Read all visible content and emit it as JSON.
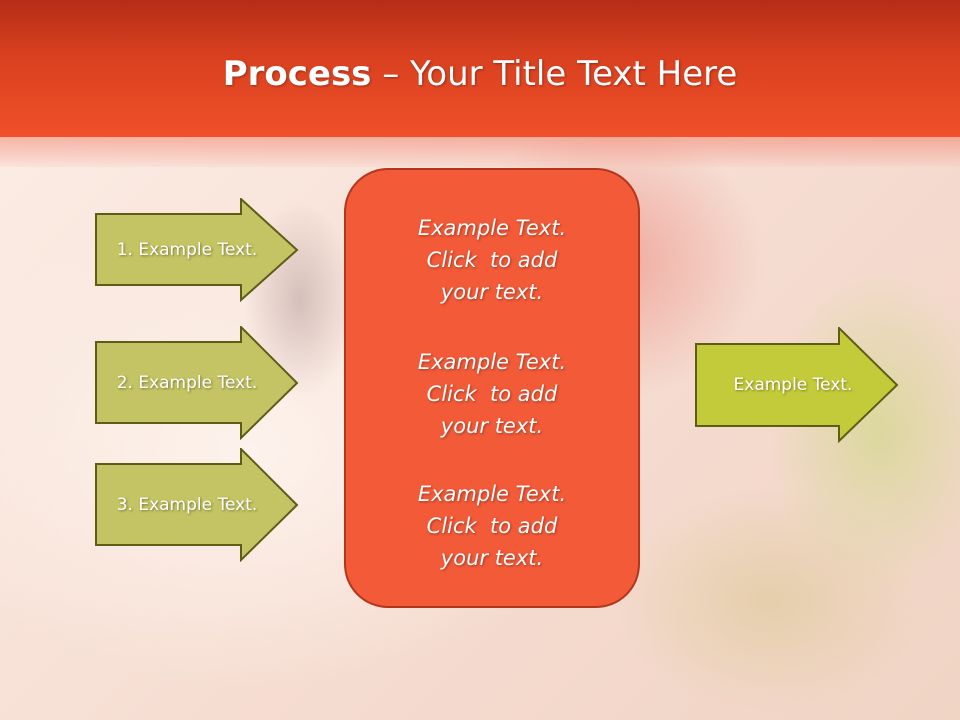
{
  "slide": {
    "title_bold": "Process",
    "title_rest": " – Your Title Text Here"
  },
  "left_arrows": [
    {
      "label": "1. Example Text."
    },
    {
      "label": "2. Example Text."
    },
    {
      "label": "3. Example Text."
    }
  ],
  "center_box": {
    "blocks": [
      {
        "line1": "Example Text.",
        "line2": "Click  to add",
        "line3": "your text."
      },
      {
        "line1": "Example Text.",
        "line2": "Click  to add",
        "line3": "your text."
      },
      {
        "line1": "Example Text.",
        "line2": "Click  to add",
        "line3": "your text."
      }
    ]
  },
  "right_arrow": {
    "label": "Example Text."
  },
  "colors": {
    "header": "#e8431f",
    "center_box": "#f25a38",
    "left_arrow_fill": "#c4c464",
    "right_arrow_fill": "#c4cb3a",
    "arrow_border": "#5e5d17"
  }
}
